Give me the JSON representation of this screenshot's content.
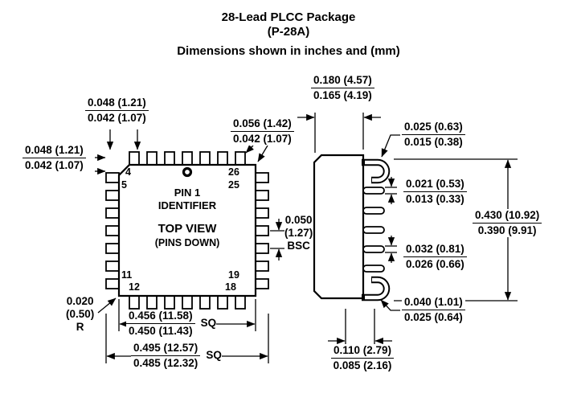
{
  "title": {
    "line1": "28-Lead PLCC Package",
    "line2": "(P-28A)",
    "line3": "Dimensions shown in inches and (mm)"
  },
  "top_view": {
    "pin1_label_line1": "PIN 1",
    "pin1_label_line2": "IDENTIFIER",
    "view_label": "TOP VIEW",
    "view_sublabel": "(PINS DOWN)",
    "pins": {
      "top_left": "4",
      "top_right": "26",
      "left_top": "5",
      "right_top": "25",
      "left_bottom": "11",
      "right_bottom": "19",
      "bottom_left": "12",
      "bottom_right": "18"
    }
  },
  "dimensions": {
    "lead_width_top": {
      "max": "0.048 (1.21)",
      "min": "0.042 (1.07)"
    },
    "lead_width_left": {
      "max": "0.048 (1.21)",
      "min": "0.042 (1.07)"
    },
    "corner_lead": {
      "max": "0.056 (1.42)",
      "min": "0.042 (1.07)"
    },
    "pitch": {
      "value": "0.050",
      "mm": "(1.27)",
      "qualifier": "BSC"
    },
    "corner_radius": {
      "value": "0.020",
      "mm": "(0.50)",
      "qualifier": "R"
    },
    "body_square": {
      "max": "0.456 (11.58)",
      "min": "0.450 (11.43)",
      "qualifier": "SQ"
    },
    "overall_square": {
      "max": "0.495 (12.57)",
      "min": "0.485 (12.32)",
      "qualifier": "SQ"
    },
    "body_thickness": {
      "max": "0.180 (4.57)",
      "min": "0.165 (4.19)"
    },
    "lead_tip_top": {
      "max": "0.025 (0.63)",
      "min": "0.015 (0.38)"
    },
    "lead_thickness": {
      "max": "0.021 (0.53)",
      "min": "0.013 (0.33)"
    },
    "footprint": {
      "max": "0.430 (10.92)",
      "min": "0.390 (9.91)"
    },
    "lead_width_side": {
      "max": "0.032 (0.81)",
      "min": "0.026 (0.66)"
    },
    "lead_tip_bottom": {
      "max": "0.040 (1.01)",
      "min": "0.025 (0.64)"
    },
    "standoff": {
      "max": "0.110 (2.79)",
      "min": "0.085 (2.16)"
    }
  }
}
